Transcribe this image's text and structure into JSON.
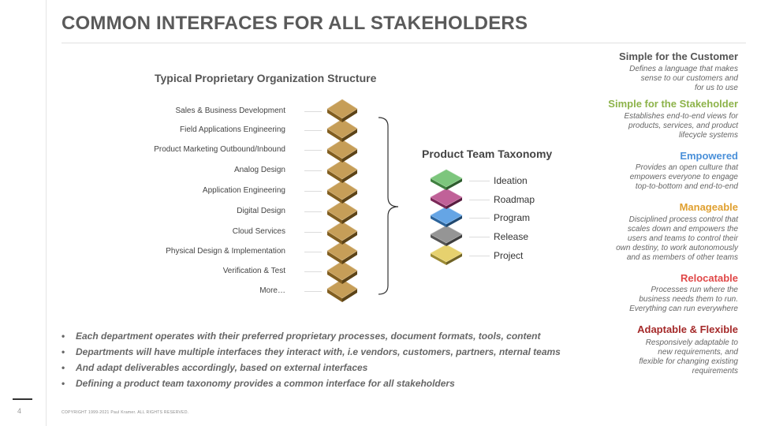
{
  "page": {
    "number": "4",
    "title": "COMMON INTERFACES FOR ALL STAKEHOLDERS",
    "copyright": "COPYRIGHT 1999-2021 Paul Kramer.  ALL RIGHTS RESERVED."
  },
  "left_diagram": {
    "heading": "Typical Proprietary Organization Structure",
    "departments": [
      "Sales & Business Development",
      "Field Applications Engineering",
      "Product Marketing Outbound/Inbound",
      "Analog Design",
      "Application Engineering",
      "Digital Design",
      "Cloud Services",
      "Physical Design & Implementation",
      "Verification & Test",
      "More…"
    ],
    "layer_color": "#b8862e"
  },
  "taxonomy": {
    "heading": "Product Team Taxonomy",
    "layers": [
      {
        "label": "Ideation",
        "color": "#5cb85c"
      },
      {
        "label": "Roadmap",
        "color": "#b0397e"
      },
      {
        "label": "Program",
        "color": "#3f8fde"
      },
      {
        "label": "Release",
        "color": "#7a7a7a"
      },
      {
        "label": "Project",
        "color": "#e0c64a"
      }
    ]
  },
  "bullets": [
    "Each department operates with their preferred  proprietary processes, document formats, tools, content",
    "Departments will have multiple interfaces they interact with, i.e vendors, customers, partners, nternal teams",
    "And adapt deliverables accordingly, based on external interfaces",
    "Defining a product team taxonomy provides a common interface for all stakeholders"
  ],
  "principles": [
    {
      "title": "Simple for the Customer",
      "color": "#555555",
      "text": "Defines a language that makes\nsense to our customers and\nfor us to use"
    },
    {
      "title": "Simple for the Stakeholder",
      "color": "#8db34a",
      "text": "Establishes end-to-end views for\nproducts, services, and product\nlifecycle  systems"
    },
    {
      "title": "Empowered",
      "color": "#4a90d9",
      "text": "Provides an open culture that\nempowers everyone to engage\ntop-to-bottom and end-to-end"
    },
    {
      "title": "Manageable",
      "color": "#e0a030",
      "text": "Disciplined process control that\nscales down and empowers the\nusers and teams to control their\nown destiny, to work autonomously\nand as members of other teams"
    },
    {
      "title": "Relocatable",
      "color": "#e04848",
      "text": "Processes run where the\nbusiness needs them to run.\nEverything can run everywhere"
    },
    {
      "title": "Adaptable & Flexible",
      "color": "#a52a2a",
      "text": "Responsively adaptable to\nnew requirements, and\nflexible for changing  existing\nrequirements"
    }
  ]
}
